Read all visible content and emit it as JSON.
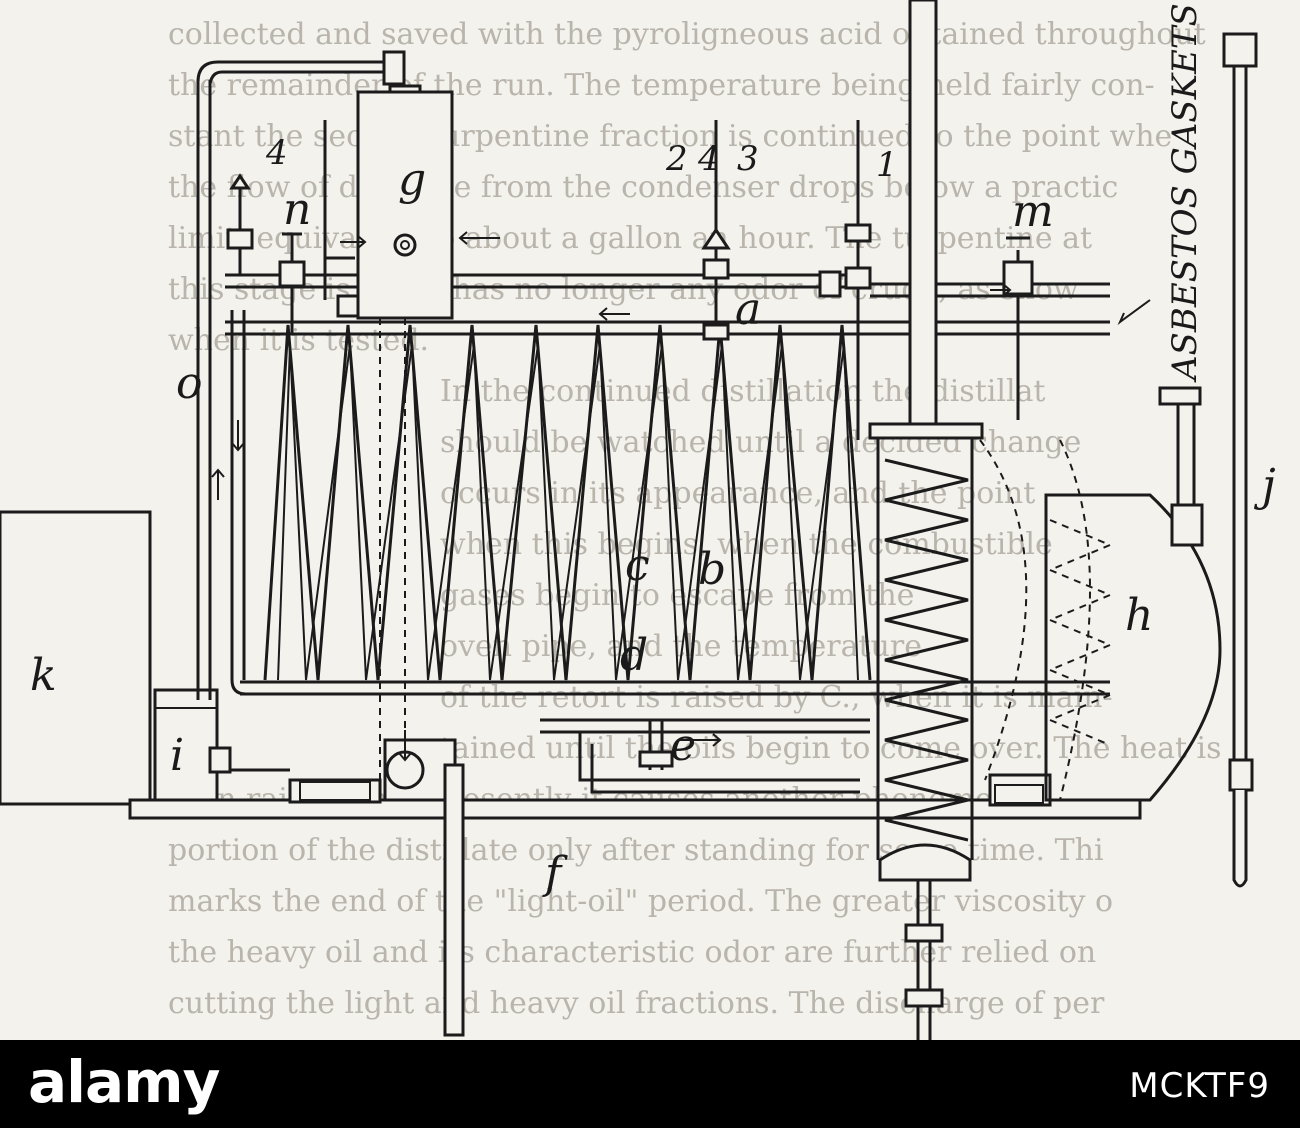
{
  "diagram": {
    "labels": {
      "g": "g",
      "n": "n",
      "m": "m",
      "a": "a",
      "o": "o",
      "c": "c",
      "b": "b",
      "h": "h",
      "d": "d",
      "e": "e",
      "k": "k",
      "i": "i",
      "f": "f",
      "j": "j"
    },
    "valve_numbers": {
      "n4": "4",
      "n2": "2",
      "n4b": "4",
      "n3": "3",
      "n1": "1"
    },
    "gasket_label": "ASBESTOS GASKETS",
    "background_text": [
      "collected and saved with the pyroligneous acid obtained throughout",
      "the remainder of the run. The temperature being held fairly con-",
      "stant the second turpentine fraction is continued to the point whe",
      "the flow of distillate from the condenser drops below a practic",
      "limit, equivalent to about a gallon an hour. The turpentine at",
      "this stage is clear, has no longer any odor of crude, as show",
      "when it is tested.",
      "In the continued distillation the distillat",
      "should be watched until a decided change",
      "occurs in its appearance, and the point",
      "when this begins, when the combustible",
      "gases begin to escape from the",
      "oven pipe, and the temperature",
      "of the retort is raised by C., when it is main-",
      "tained until the oils begin to come over. The heat is",
      "then raised until presently it causes another phenomen",
      "portion of the distillate only after standing for some time. Thi",
      "marks the end of the \"light-oil\" period. The greater viscosity o",
      "the heavy oil and its characteristic odor are further relied on",
      "cutting the light and heavy oil fractions. The discharge of per"
    ]
  },
  "footer": {
    "brand": "alamy",
    "image_id": "MCKTF9"
  }
}
